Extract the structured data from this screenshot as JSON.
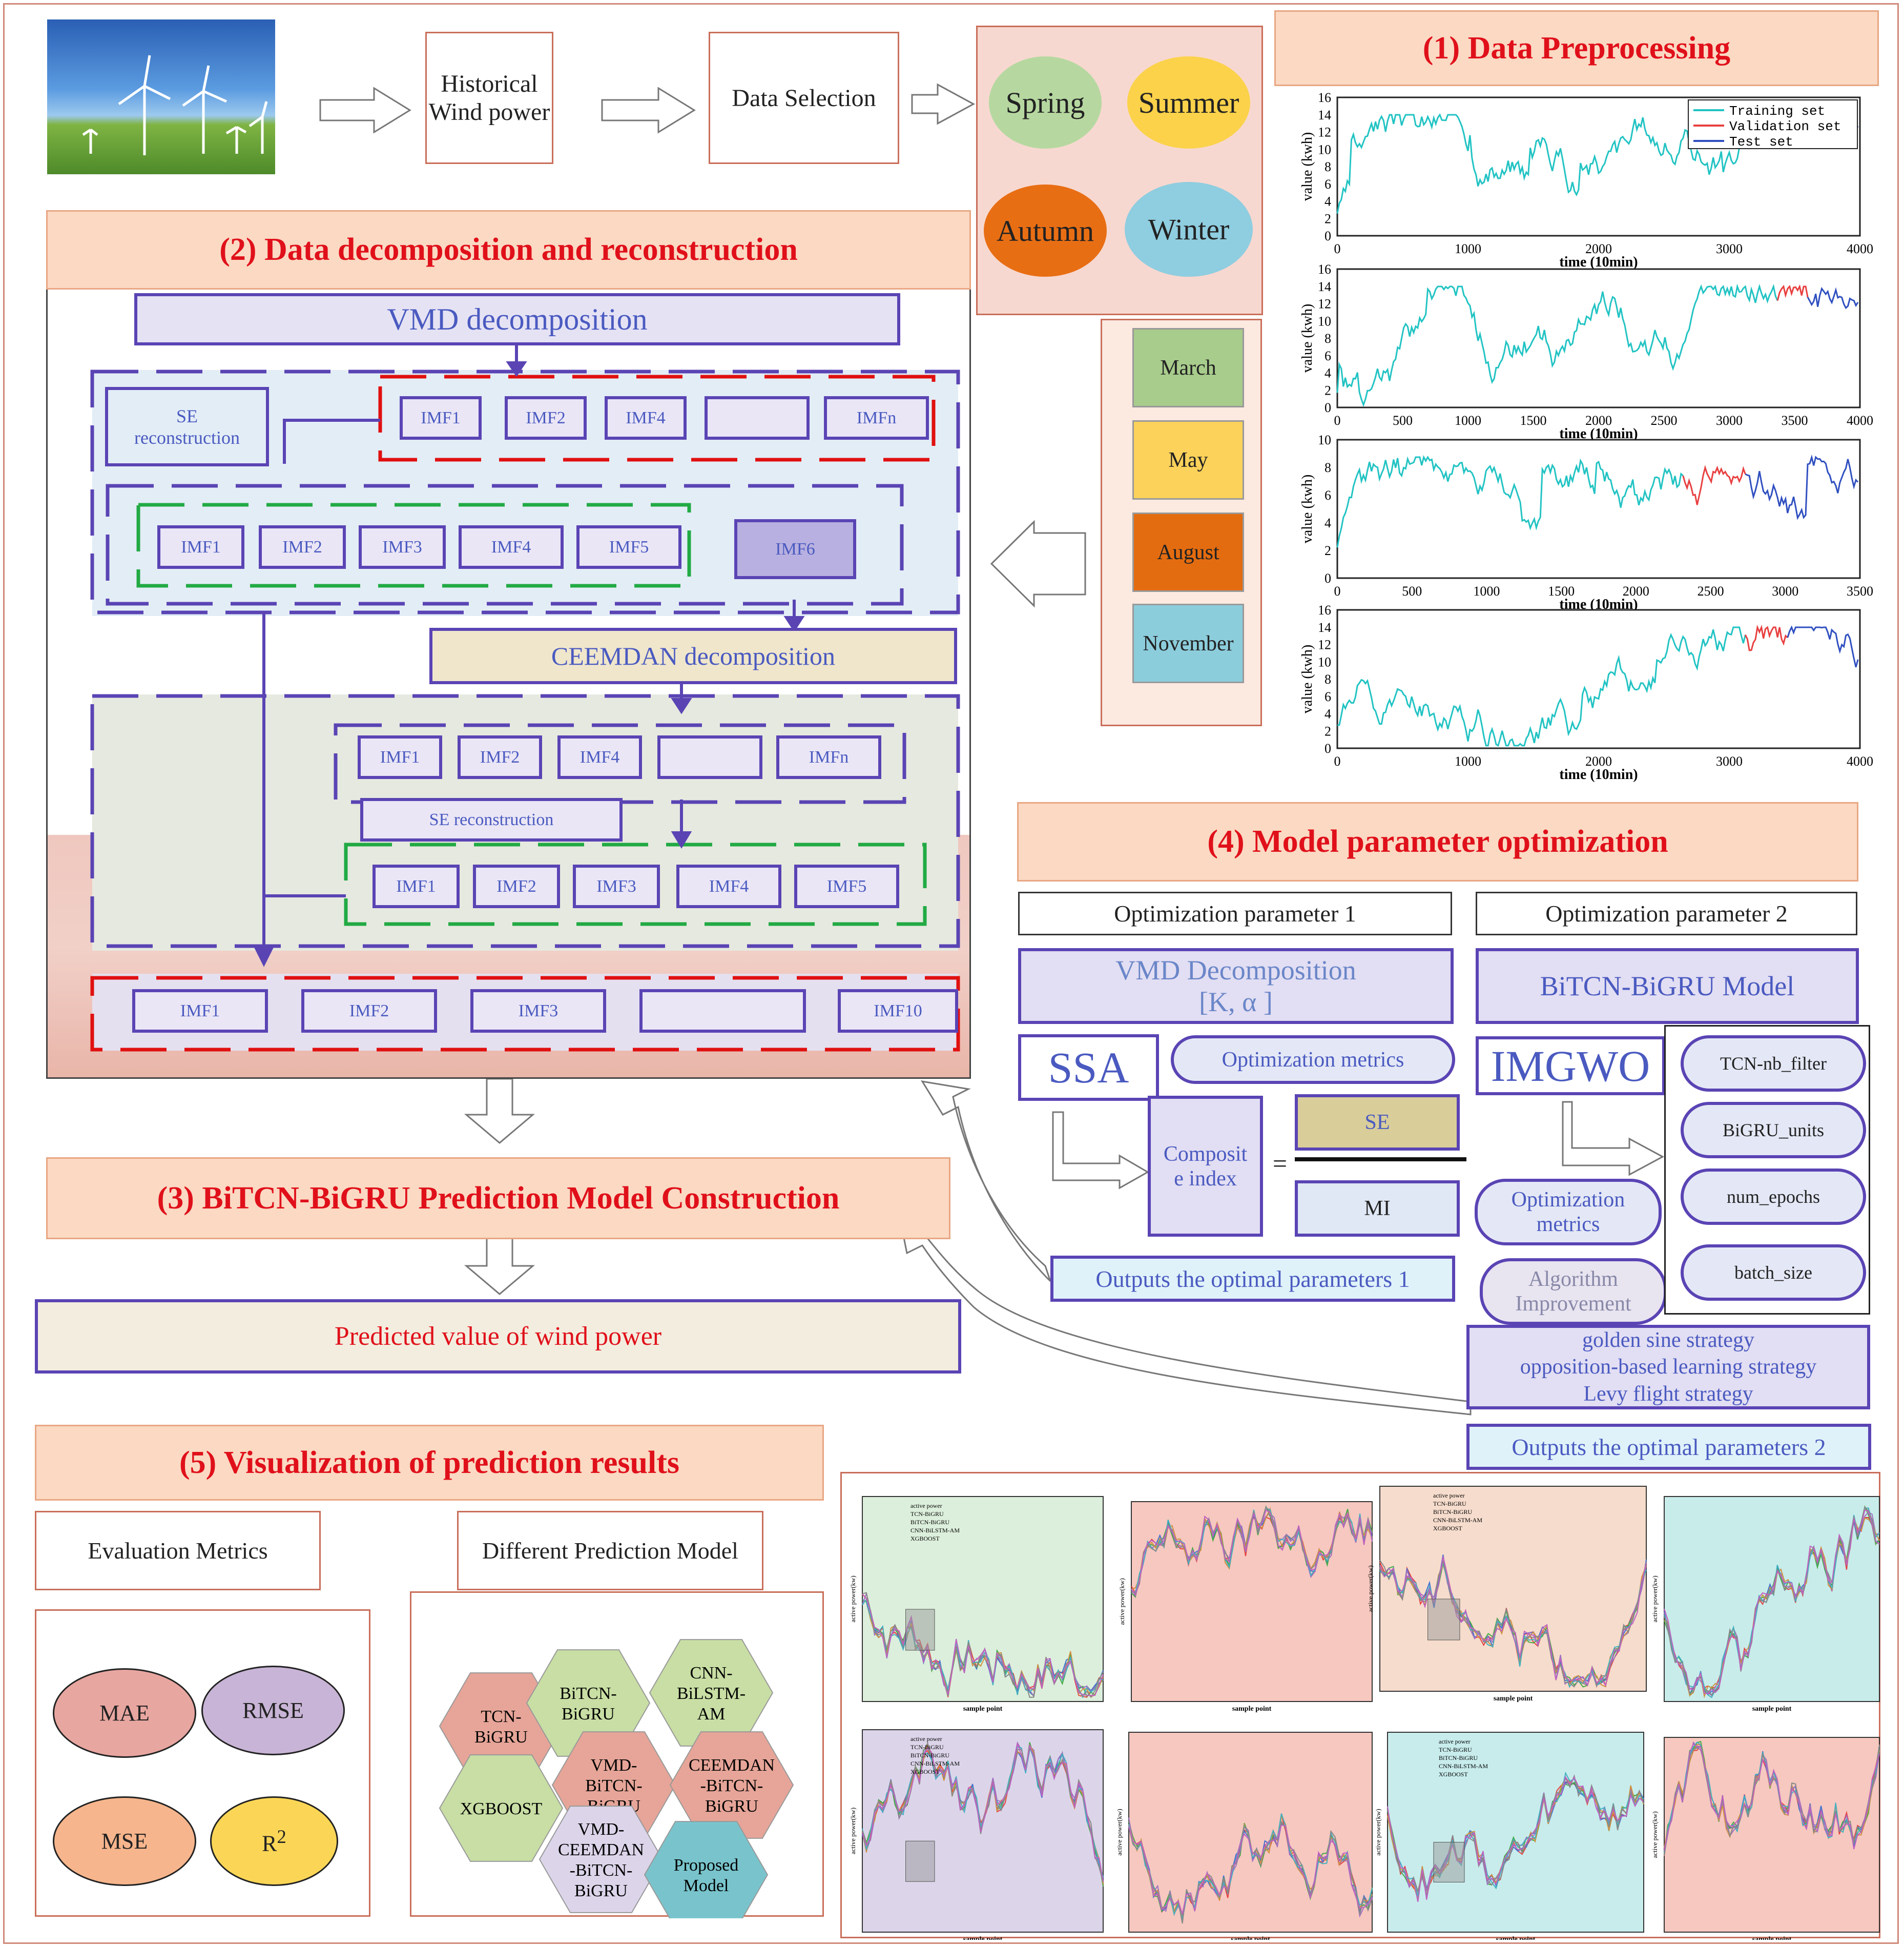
{
  "s1": {
    "title": "(1) Data Preprocessing",
    "historical": "Historical\nWind power",
    "selection": "Data Selection",
    "seasons": [
      "Spring",
      "Summer",
      "Autumn",
      "Winter"
    ],
    "months": [
      "March",
      "May",
      "August",
      "November"
    ],
    "legend": [
      "Training set",
      "Validation set",
      "Test set"
    ],
    "ylabel": "value (kwh)",
    "xlabel": "time (10min)",
    "plots": [
      {
        "xticks": [
          "0",
          "1000",
          "2000",
          "3000",
          "4000"
        ],
        "yticks": [
          "0",
          "2",
          "4",
          "6",
          "8",
          "10",
          "12",
          "14",
          "16"
        ]
      },
      {
        "xticks": [
          "0",
          "500",
          "1000",
          "1500",
          "2000",
          "2500",
          "3000",
          "3500",
          "4000"
        ],
        "yticks": [
          "0",
          "2",
          "4",
          "6",
          "8",
          "10",
          "12",
          "14",
          "16"
        ]
      },
      {
        "xticks": [
          "0",
          "500",
          "1000",
          "1500",
          "2000",
          "2500",
          "3000",
          "3500"
        ],
        "yticks": [
          "0",
          "2",
          "4",
          "6",
          "8",
          "10"
        ]
      },
      {
        "xticks": [
          "0",
          "1000",
          "2000",
          "3000",
          "4000"
        ],
        "yticks": [
          "0",
          "2",
          "4",
          "6",
          "8",
          "10",
          "12",
          "14",
          "16"
        ]
      }
    ]
  },
  "s2": {
    "title": "(2) Data decomposition and reconstruction",
    "vmd": "VMD decomposition",
    "se_recon": "SE\nreconstruction",
    "row1": [
      "IMF1",
      "IMF2",
      "IMF4",
      "",
      "IMFn"
    ],
    "row2": [
      "IMF1",
      "IMF2",
      "IMF3",
      "IMF4",
      "IMF5"
    ],
    "imf6": "IMF6",
    "ceemdan": "CEEMDAN decomposition",
    "row3": [
      "IMF1",
      "IMF2",
      "IMF4",
      "",
      "IMFn"
    ],
    "se_recon2": "SE reconstruction",
    "row4": [
      "IMF1",
      "IMF2",
      "IMF3",
      "IMF4",
      "IMF5"
    ],
    "row5": [
      "IMF1",
      "IMF2",
      "IMF3",
      "",
      "IMF10"
    ]
  },
  "s3": {
    "title": "(3) BiTCN-BiGRU Prediction Model Construction",
    "predicted": "Predicted value of wind power"
  },
  "s4": {
    "title": "(4) Model parameter optimization",
    "opt1": "Optimization parameter 1",
    "opt2": "Optimization parameter 2",
    "vmd_decomp": "VMD Decomposition",
    "vmd_params": "[K, α ]",
    "bitcn": "BiTCN-BiGRU Model",
    "ssa": "SSA",
    "imgwo": "IMGWO",
    "opt_metrics": "Optimization metrics",
    "composite": "Composit\ne index",
    "eq": "=",
    "se": "SE",
    "mi": "MI",
    "outputs1": "Outputs the optimal parameters 1",
    "outputs2": "Outputs the optimal parameters 2",
    "opt_metrics2": "Optimization\nmetrics",
    "algo": "Algorithm\nImprovement",
    "params": [
      "TCN-nb_filter",
      "BiGRU_units",
      "num_epochs",
      "batch_size"
    ],
    "strategies": [
      "golden sine strategy",
      "opposition-based learning strategy",
      "Levy flight strategy"
    ]
  },
  "s5": {
    "title": "(5) Visualization of prediction results",
    "eval": "Evaluation Metrics",
    "diff": "Different Prediction Model",
    "metrics": [
      "MAE",
      "RMSE",
      "MSE",
      "R2"
    ],
    "models": [
      "TCN-\nBiGRU",
      "BiTCN-\nBiGRU",
      "CNN-\nBiLSTM-\nAM",
      "XGBOOST",
      "VMD-\nBiTCN-\nBiGRU",
      "CEEMDAN\n-BiTCN-\nBiGRU",
      "VMD-\nCEEMDAN\n-BiTCN-\nBiGRU",
      "Proposed\nModel"
    ],
    "xlabel": "sample point",
    "ylabel": "active power(kw)",
    "legend": [
      "active power",
      "TCN-BiGRU",
      "BiTCN-BiGRU",
      "CNN-BiLSTM-AM",
      "XGBOOST",
      "VMD-BiTCN-BiGRU",
      "CEEMDAN-BiTCN-BiGRU",
      "VMD-CEEMDAN-BiTCN-BiGRU",
      "Proposed Model"
    ]
  },
  "colors": {
    "title_red": "#e0101a",
    "purple": "#5a44b4",
    "training": "#22c3c3",
    "validation": "#e84040",
    "test": "#3050c0",
    "red_dash": "#e01010",
    "green_dash": "#22aa44"
  }
}
